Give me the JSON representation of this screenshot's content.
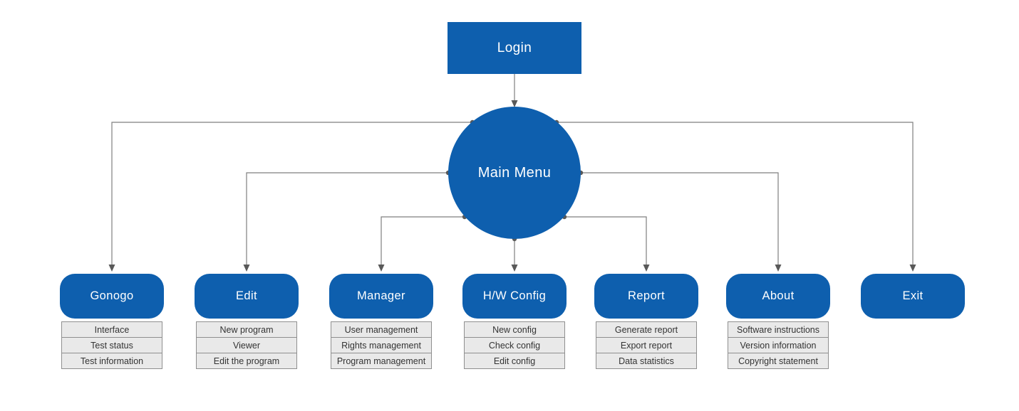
{
  "diagram": {
    "login_label": "Login",
    "root_label": "Main Menu",
    "branches": [
      {
        "label": "Gonogo",
        "items": [
          "Interface",
          "Test status",
          "Test information"
        ]
      },
      {
        "label": "Edit",
        "items": [
          "New program",
          "Viewer",
          "Edit the program"
        ]
      },
      {
        "label": "Manager",
        "items": [
          "User management",
          "Rights management",
          "Program management"
        ]
      },
      {
        "label": "H/W Config",
        "items": [
          "New config",
          "Check config",
          "Edit config"
        ]
      },
      {
        "label": "Report",
        "items": [
          "Generate report",
          "Export report",
          "Data statistics"
        ]
      },
      {
        "label": "About",
        "items": [
          "Software instructions",
          "Version information",
          "Copyright statement"
        ]
      },
      {
        "label": "Exit",
        "items": []
      }
    ],
    "colors": {
      "node_blue": "#0e5fae",
      "node_text": "#ffffff",
      "wire_gray": "#7f7f7f",
      "marker_gray": "#595959",
      "item_bg": "#e9e9e9",
      "item_border": "#8f8f8f",
      "item_text": "#333333",
      "page_bg": "#ffffff"
    }
  }
}
